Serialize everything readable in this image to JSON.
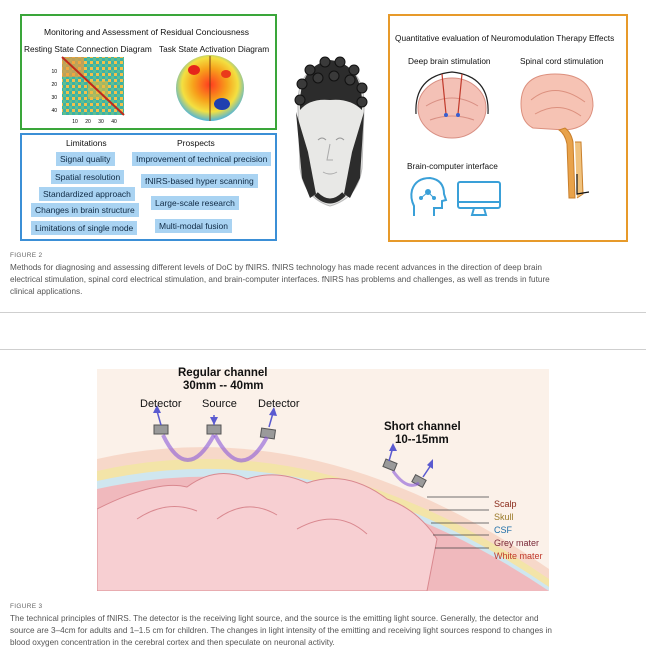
{
  "figure2": {
    "monitoring": {
      "title": "Monitoring and Assessment of Residual Conciousness",
      "rest_title": "Resting State Connection Diagram",
      "task_title": "Task State Activation Diagram",
      "y_ticks": [
        "10",
        "20",
        "30",
        "40"
      ],
      "x_ticks": [
        "10",
        "20",
        "30",
        "40"
      ]
    },
    "limits": {
      "col1": "Limitations",
      "col2": "Prospects",
      "limitations": [
        "Signal quality",
        "Spatial resolution",
        "Standardized approach",
        "Changes in brain structure",
        "Limitations of single mode"
      ],
      "prospects": [
        "Improvement of technical precision",
        "fNIRS-based hyper scanning",
        "Large-scale research",
        "Multi-modal fusion"
      ]
    },
    "therapy": {
      "title": "Quantitative evaluation of Neuromodulation Therapy Effects",
      "dbs": "Deep brain stimulation",
      "scs": "Spinal cord stimulation",
      "bci": "Brain-computer interface"
    },
    "label": "FIGURE 2",
    "caption_lines": [
      "Methods for diagnosing and assessing different levels of DoC by fNIRS. fNIRS technology has made recent advances in the direction of deep brain",
      "electrical stimulation, spinal cord electrical stimulation, and brain-computer interfaces. fNIRS has problems and challenges, as well as trends in future",
      "clinical applications."
    ]
  },
  "figure3": {
    "regular_title_1": "Regular channel",
    "regular_title_2": "30mm -- 40mm",
    "detector_left": "Detector",
    "source": "Source",
    "detector_right": "Detector",
    "short_title_1": "Short channel",
    "short_title_2": "10--15mm",
    "layers": [
      {
        "name": "Scalp",
        "color": "#8a2a1a"
      },
      {
        "name": "Skull",
        "color": "#9a7a2a"
      },
      {
        "name": "CSF",
        "color": "#1f6fa8"
      },
      {
        "name": "Grey mater",
        "color": "#7a2a3a"
      },
      {
        "name": "White mater",
        "color": "#c0392b"
      }
    ],
    "label": "FIGURE 3",
    "caption_lines": [
      "The technical principles of fNIRS. The detector is the receiving light source, and the source is the emitting light source. Generally, the detector and",
      "source are 3–4cm for adults and 1–1.5 cm for children. The changes in light intensity of the emitting and receiving light sources respond to changes in",
      "blood oxygen concentration in the cerebral cortex and then speculate on neuronal activity."
    ]
  }
}
